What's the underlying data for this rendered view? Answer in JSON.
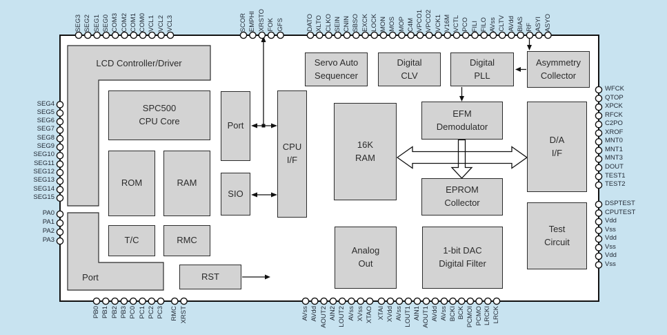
{
  "diagram": {
    "background_color": "#c8e3f0",
    "chip_fill": "#ffffff",
    "block_fill": "#d3d3d3",
    "line_color": "#111111",
    "pin_label_color": "#222a35"
  },
  "blocks": {
    "lcd": {
      "line1": "LCD Controller/Driver"
    },
    "spc500": {
      "line1": "SPC500",
      "line2": "CPU Core"
    },
    "rom": {
      "line1": "ROM"
    },
    "ram": {
      "line1": "RAM"
    },
    "tc": {
      "line1": "T/C"
    },
    "rmc": {
      "line1": "RMC"
    },
    "port_left": {
      "line1": "Port"
    },
    "rst": {
      "line1": "RST"
    },
    "port_mid": {
      "line1": "Port"
    },
    "sio": {
      "line1": "SIO"
    },
    "cpu_if": {
      "line1": "CPU",
      "line2": "I/F"
    },
    "servo": {
      "line1": "Servo Auto",
      "line2": "Sequencer"
    },
    "digital_clv": {
      "line1": "Digital",
      "line2": "CLV"
    },
    "digital_pll": {
      "line1": "Digital",
      "line2": "PLL"
    },
    "asymmetry": {
      "line1": "Asymmetry",
      "line2": "Collector"
    },
    "efm": {
      "line1": "EFM",
      "line2": "Demodulator"
    },
    "ram16k": {
      "line1": "16K",
      "line2": "RAM"
    },
    "da_if": {
      "line1": "D/A",
      "line2": "I/F"
    },
    "eprom": {
      "line1": "EPROM",
      "line2": "Collector"
    },
    "analog_out": {
      "line1": "Analog",
      "line2": "Out"
    },
    "dac": {
      "line1": "1-bit DAC",
      "line2": "Digital Filter"
    },
    "test": {
      "line1": "Test",
      "line2": "Circuit"
    }
  },
  "pins": {
    "top": [
      [
        "SEG3",
        "SEG2",
        "SEG1",
        "SEG0",
        "COM3",
        "COM2",
        "COM1",
        "COM0",
        "VCL1",
        "VCL2",
        "VCL3"
      ],
      [
        "SCOR",
        "EMPHI",
        "XRSTO",
        "FOK",
        "GFS"
      ],
      [
        "DATO",
        "XLTO",
        "CLKO",
        "SEIN",
        "CNIN",
        "SBSO",
        "EXCK",
        "LOCK",
        "MON",
        "MOS",
        "MOP",
        "C4M",
        "VPCO1",
        "VPCO2",
        "VCK1",
        "V16M",
        "VCTL",
        "PCO",
        "FILI",
        "FILO",
        "AVss",
        "CLTV",
        "AVdd",
        "BIAS",
        "RF",
        "ASYI",
        "ASYO"
      ]
    ],
    "bottom": [
      [
        "PB0",
        "PB1",
        "PB2",
        "PB3",
        "PC0",
        "PC1",
        "PC2",
        "PC3"
      ],
      [
        "RMC",
        "XRST"
      ],
      [
        "AVss",
        "AVdd",
        "AOUT2",
        "AIN2",
        "LOUT2",
        "AVss",
        "XVss",
        "XTAO"
      ],
      [
        "XTAI",
        "XVdd",
        "AVss",
        "LOUT1",
        "AIN1",
        "AOUT1",
        "AVdd",
        "AVss"
      ],
      [
        "BCKI",
        "BCK",
        "PCMOI",
        "PCMO",
        "LRCKI",
        "LRCK"
      ]
    ],
    "left": [
      [
        "SEG4",
        "SEG5",
        "SEG6",
        "SEG7",
        "SEG8",
        "SEG9",
        "SEG10",
        "SEG11",
        "SEG12",
        "SEG13",
        "SEG14",
        "SEG15"
      ],
      [
        "PA0",
        "PA1",
        "PA2",
        "PA3"
      ]
    ],
    "right": [
      [
        "WFCK",
        "QTOP",
        "XPCK",
        "RFCK",
        "C2PO",
        "XROF",
        "MNT0",
        "MNT1",
        "MNT3",
        "DOUT",
        "TEST1",
        "TEST2"
      ],
      [
        "DSPTEST",
        "CPUTEST",
        "Vdd",
        "Vss",
        "Vdd",
        "Vss",
        "Vdd",
        "Vss"
      ]
    ]
  }
}
